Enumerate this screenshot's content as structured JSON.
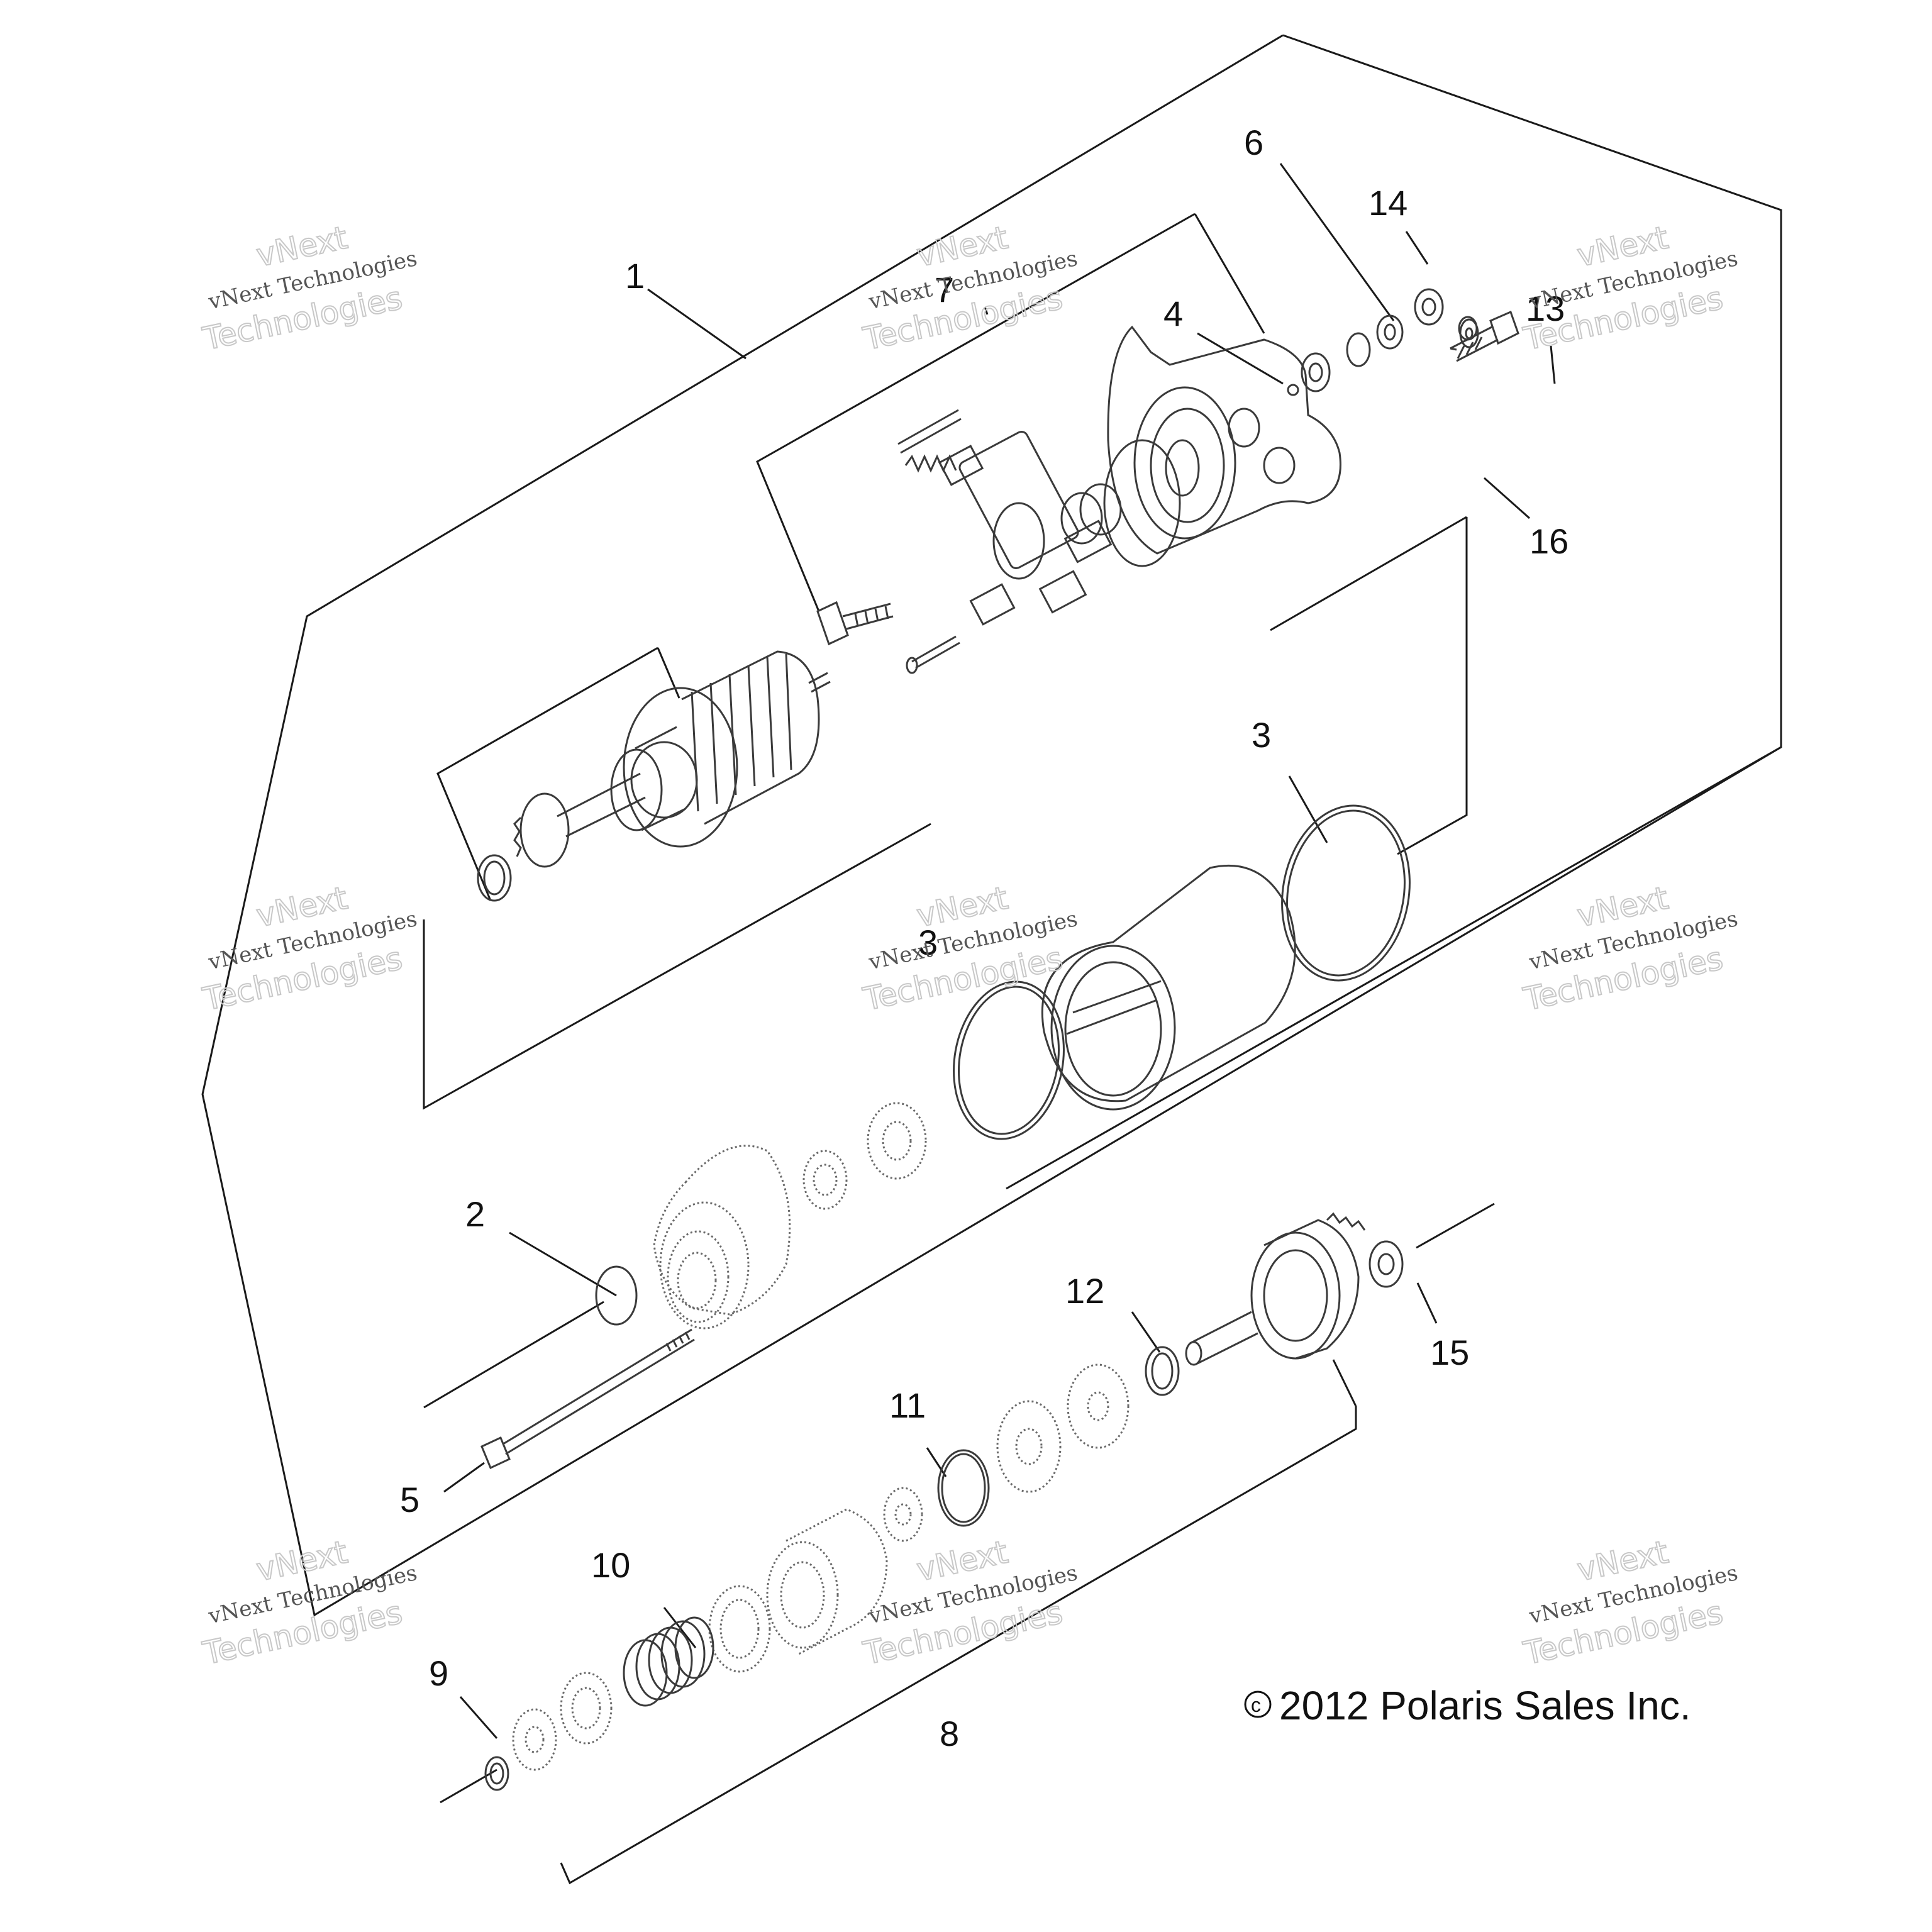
{
  "callouts": [
    "1",
    "2",
    "3",
    "3",
    "4",
    "5",
    "6",
    "7",
    "8",
    "9",
    "10",
    "11",
    "12",
    "13",
    "14",
    "15",
    "16"
  ],
  "watermark": {
    "line1": "vNext",
    "line2": "vNext Technologies",
    "line3": "Technologies"
  },
  "copyright": {
    "symbol": "c",
    "text": "2012  Polaris Sales Inc."
  }
}
